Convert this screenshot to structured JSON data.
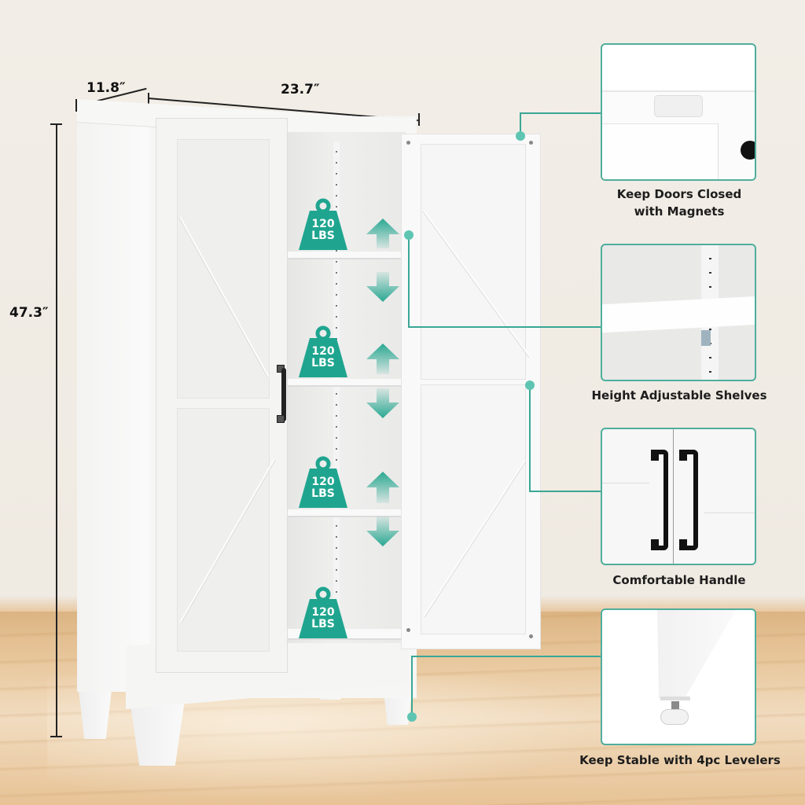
{
  "accent_color": "#3aa795",
  "dimensions": {
    "depth": "11.8″",
    "width": "23.7″",
    "height": "47.3″"
  },
  "shelf_capacity": [
    {
      "weight": "120",
      "unit": "LBS",
      "icon": "weight-icon"
    },
    {
      "weight": "120",
      "unit": "LBS",
      "icon": "weight-icon"
    },
    {
      "weight": "120",
      "unit": "LBS",
      "icon": "weight-icon"
    },
    {
      "weight": "120",
      "unit": "LBS",
      "icon": "weight-icon"
    }
  ],
  "adjust_arrows": [
    "arrow-up-icon",
    "arrow-down-icon"
  ],
  "features": [
    {
      "caption_line1": "Keep Doors Closed",
      "caption_line2": "with Magnets",
      "image": "magnet-latch-closeup"
    },
    {
      "caption_line1": "Height Adjustable Shelves",
      "caption_line2": "",
      "image": "shelf-bracket-closeup"
    },
    {
      "caption_line1": "Comfortable Handle",
      "caption_line2": "",
      "image": "black-handles-closeup"
    },
    {
      "caption_line1": "Keep Stable with 4pc Levelers",
      "caption_line2": "",
      "image": "leveler-foot-closeup"
    }
  ]
}
